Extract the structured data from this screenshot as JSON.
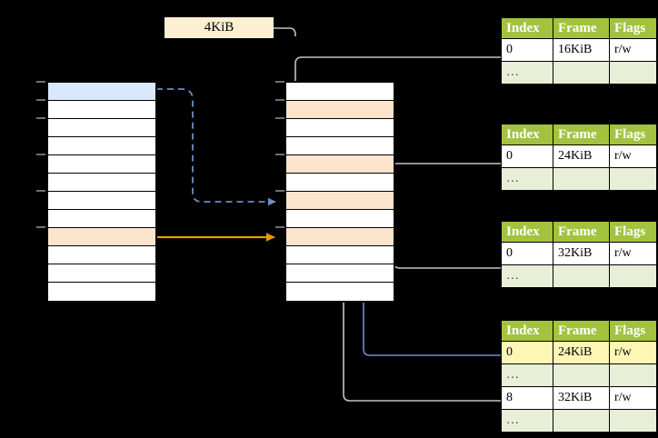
{
  "diagram": {
    "title": "Multi-level page table address translation",
    "background": "#000000",
    "colors": {
      "header_green": "#a3c23f",
      "row_pale_green": "#e9efd6",
      "highlight_yellow": "#fdf6b5",
      "row_blue": "#dae8fb",
      "row_orange": "#fde5cd",
      "callout_cream": "#fdefd2",
      "arrow_blue": "#6b8fc4",
      "arrow_orange": "#e59b00",
      "arrow_gray": "#b3b3b3"
    }
  },
  "callout": {
    "label": "4KiB"
  },
  "left_column": {
    "name": "virtual-memory-column",
    "row_count": 12,
    "rows": [
      {
        "index": 0,
        "fill": "blue",
        "label": ""
      },
      {
        "index": 1,
        "fill": "white",
        "label": ""
      },
      {
        "index": 2,
        "fill": "white",
        "label": ""
      },
      {
        "index": 3,
        "fill": "white",
        "label": ""
      },
      {
        "index": 4,
        "fill": "white",
        "label": ""
      },
      {
        "index": 5,
        "fill": "white",
        "label": ""
      },
      {
        "index": 6,
        "fill": "white",
        "label": ""
      },
      {
        "index": 7,
        "fill": "white",
        "label": ""
      },
      {
        "index": 8,
        "fill": "orange",
        "label": ""
      },
      {
        "index": 9,
        "fill": "white",
        "label": ""
      },
      {
        "index": 10,
        "fill": "white",
        "label": ""
      },
      {
        "index": 11,
        "fill": "white",
        "label": ""
      }
    ]
  },
  "middle_column": {
    "name": "physical-memory-column",
    "row_count": 12,
    "rows": [
      {
        "index": 0,
        "fill": "white",
        "label": ""
      },
      {
        "index": 1,
        "fill": "orange",
        "label": ""
      },
      {
        "index": 2,
        "fill": "white",
        "label": ""
      },
      {
        "index": 3,
        "fill": "white",
        "label": ""
      },
      {
        "index": 4,
        "fill": "orange",
        "label": ""
      },
      {
        "index": 5,
        "fill": "white",
        "label": ""
      },
      {
        "index": 6,
        "fill": "orange",
        "label": ""
      },
      {
        "index": 7,
        "fill": "white",
        "label": ""
      },
      {
        "index": 8,
        "fill": "orange",
        "label": ""
      },
      {
        "index": 9,
        "fill": "white",
        "label": ""
      },
      {
        "index": 10,
        "fill": "white",
        "label": ""
      },
      {
        "index": 11,
        "fill": "white",
        "label": ""
      }
    ]
  },
  "page_tables": [
    {
      "name": "page-table-1",
      "headers": [
        "Index",
        "Frame",
        "Flags"
      ],
      "rows": [
        {
          "cells": [
            "0",
            "16KiB",
            "r/w"
          ],
          "style": "normal",
          "highlight": []
        },
        {
          "cells": [
            "…",
            "",
            ""
          ],
          "style": "dots",
          "highlight": []
        }
      ]
    },
    {
      "name": "page-table-2",
      "headers": [
        "Index",
        "Frame",
        "Flags"
      ],
      "rows": [
        {
          "cells": [
            "0",
            "24KiB",
            "r/w"
          ],
          "style": "normal",
          "highlight": []
        },
        {
          "cells": [
            "…",
            "",
            ""
          ],
          "style": "dots",
          "highlight": []
        }
      ]
    },
    {
      "name": "page-table-3",
      "headers": [
        "Index",
        "Frame",
        "Flags"
      ],
      "rows": [
        {
          "cells": [
            "0",
            "32KiB",
            "r/w"
          ],
          "style": "normal",
          "highlight": []
        },
        {
          "cells": [
            "…",
            "",
            ""
          ],
          "style": "dots",
          "highlight": []
        }
      ]
    },
    {
      "name": "page-table-4",
      "headers": [
        "Index",
        "Frame",
        "Flags"
      ],
      "rows": [
        {
          "cells": [
            "0",
            "24KiB",
            "r/w"
          ],
          "style": "normal",
          "highlight": [
            0,
            1,
            2
          ]
        },
        {
          "cells": [
            "…",
            "",
            ""
          ],
          "style": "dots",
          "highlight": []
        },
        {
          "cells": [
            "8",
            "32KiB",
            "r/w"
          ],
          "style": "normal",
          "highlight": []
        },
        {
          "cells": [
            "…",
            "",
            ""
          ],
          "style": "dots",
          "highlight": []
        }
      ]
    }
  ]
}
